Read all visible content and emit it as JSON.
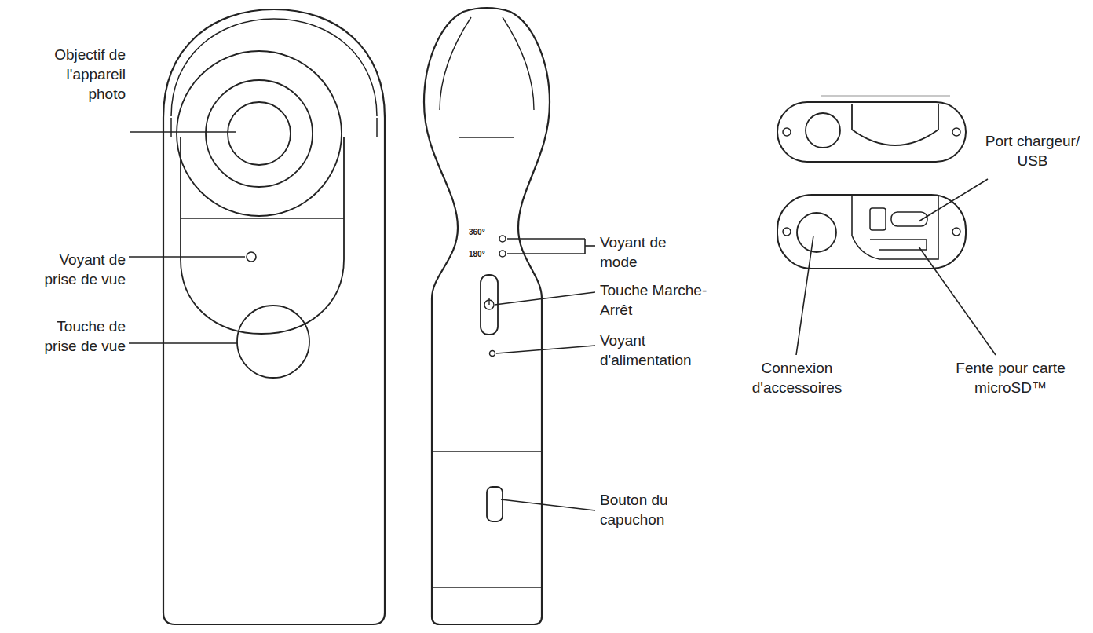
{
  "diagram": {
    "labels": [
      "Objectif de l'appareil photo",
      "Voyant de prise de vue",
      "Touche de prise de vue",
      "360°",
      "180°",
      "Voyant de mode",
      "Touche Marche-Arrêt",
      "Voyant d'alimentation",
      "Bouton du capuchon",
      "Port chargeur/ USB",
      "Connexion d'accessoires",
      "Fente pour carte microSD™"
    ]
  }
}
